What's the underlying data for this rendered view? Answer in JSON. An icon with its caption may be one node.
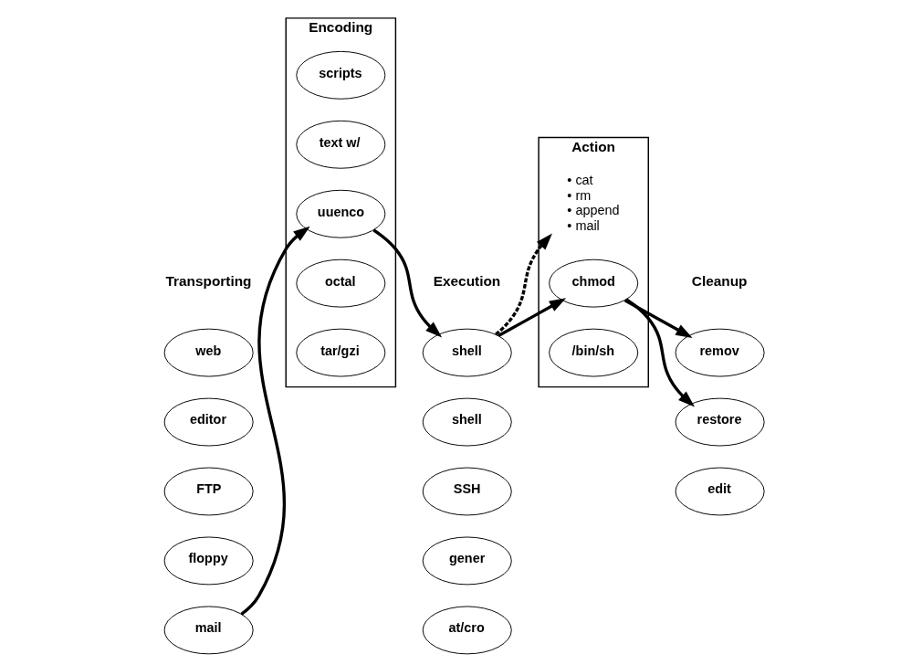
{
  "diagram": {
    "nodes": [
      {
        "text": [
          "web"
        ]
      },
      {
        "text": [
          "editor"
        ]
      },
      {
        "text": [
          "FTP"
        ]
      },
      {
        "text": [
          "floppy"
        ]
      },
      {
        "text": [
          "mail"
        ]
      },
      {
        "text": [
          "Encoding"
        ]
      },
      {
        "text": [
          "tar/gzi"
        ],
        "in": 5
      },
      {
        "text": [
          "octal"
        ],
        "in": 5
      },
      {
        "text": [
          "uuenco"
        ],
        "in": 5
      },
      {
        "text": [
          "text w/"
        ],
        "in": 5
      },
      {
        "text": [
          "scripts"
        ],
        "in": 5
      },
      {
        "text": [
          "shell"
        ]
      },
      {
        "text": [
          "shell"
        ]
      },
      {
        "text": [
          "SSH"
        ]
      },
      {
        "text": [
          "gener"
        ]
      },
      {
        "text": [
          "at/cro"
        ]
      },
      {
        "text": [
          "Action"
        ]
      },
      {
        "text": [
          "/bin/sh"
        ],
        "in": 16
      },
      {
        "text": [
          "chmod"
        ],
        "in": 16
      },
      {
        "text": [
          "• cat",
          "• rm",
          "• append",
          "• mail"
        ],
        "in": 16
      },
      {
        "text": [
          "remov"
        ]
      },
      {
        "text": [
          "restore"
        ]
      },
      {
        "text": [
          "edit"
        ]
      }
    ],
    "edges": [
      {
        "from": 4,
        "to": 8,
        "arrow": "to"
      },
      {
        "from": 8,
        "to": 11,
        "arrow": "to"
      },
      {
        "from": 11,
        "to": 18,
        "arrow": "to"
      },
      {
        "from": 11,
        "to": 19,
        "arrow": "to",
        "style": "dashed"
      },
      {
        "from": 18,
        "to": 20,
        "arrow": "to"
      },
      {
        "from": 18,
        "to": 21,
        "arrow": "to"
      }
    ],
    "labels": [
      "Transporting",
      "Execution",
      "Cleanup"
    ]
  }
}
